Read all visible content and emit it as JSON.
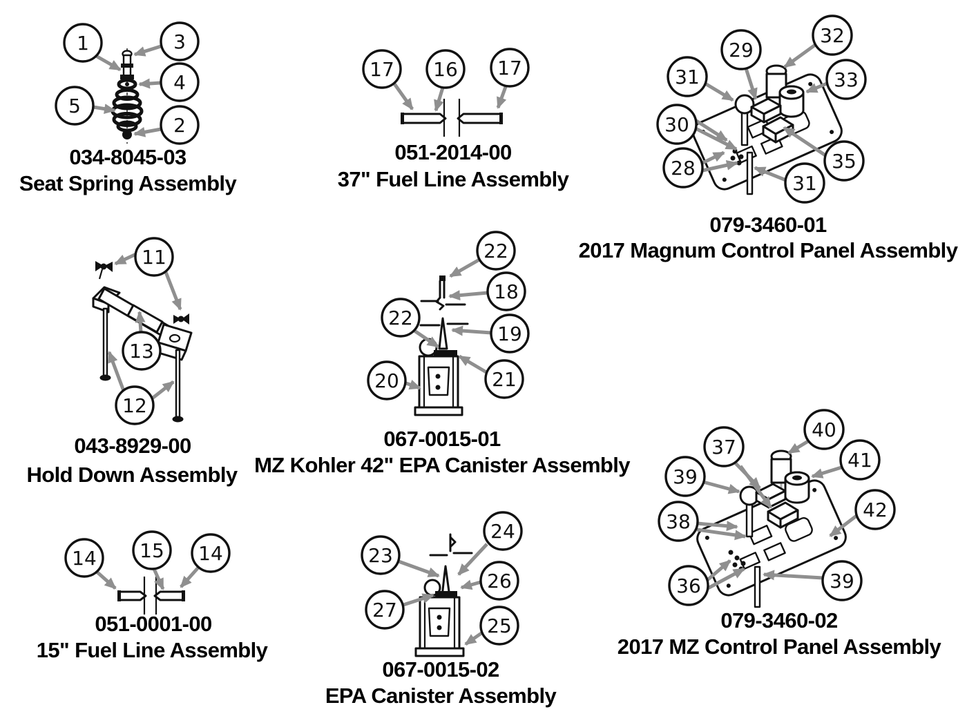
{
  "page": {
    "title": "Parts Diagram Page",
    "colors": {
      "background": "#ffffff",
      "line": "#111111",
      "arrow": "#8f8f8f",
      "text": "#000000"
    }
  },
  "assemblies": [
    {
      "id": "seat-spring",
      "part_number": "034-8045-03",
      "name": "Seat Spring Assembly",
      "callouts": [
        "1",
        "3",
        "4",
        "5",
        "2"
      ]
    },
    {
      "id": "fuel-line-37",
      "part_number": "051-2014-00",
      "name": "37\" Fuel Line Assembly",
      "callouts": [
        "17",
        "16",
        "17"
      ]
    },
    {
      "id": "magnum-panel",
      "part_number": "079-3460-01",
      "name": "2017 Magnum Control Panel Assembly",
      "callouts": [
        "29",
        "32",
        "31",
        "33",
        "30",
        "35",
        "28",
        "31"
      ]
    },
    {
      "id": "hold-down",
      "part_number": "043-8929-00",
      "name": "Hold Down Assembly",
      "callouts": [
        "11",
        "13",
        "12"
      ]
    },
    {
      "id": "kohler-canister",
      "part_number": "067-0015-01",
      "name": "MZ Kohler 42\" EPA Canister Assembly",
      "callouts": [
        "22",
        "18",
        "22",
        "19",
        "20",
        "21"
      ]
    },
    {
      "id": "fuel-line-15",
      "part_number": "051-0001-00",
      "name": "15\" Fuel Line Assembly",
      "callouts": [
        "14",
        "15",
        "14"
      ]
    },
    {
      "id": "epa-canister",
      "part_number": "067-0015-02",
      "name": "EPA Canister Assembly",
      "callouts": [
        "23",
        "24",
        "26",
        "27",
        "25"
      ]
    },
    {
      "id": "mz-panel",
      "part_number": "079-3460-02",
      "name": "2017 MZ Control Panel Assembly",
      "callouts": [
        "37",
        "40",
        "39",
        "41",
        "38",
        "42",
        "36",
        "39"
      ]
    }
  ]
}
